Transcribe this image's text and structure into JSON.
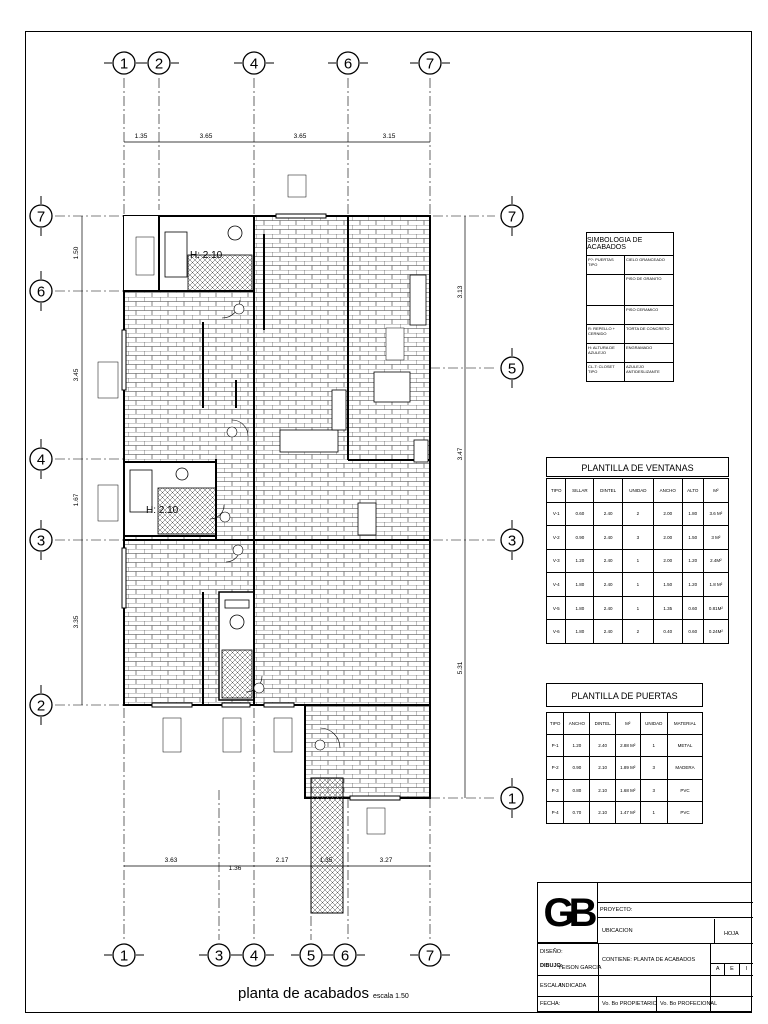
{
  "sheet": {
    "title": "planta de acabados",
    "scale": "escala 1.50"
  },
  "axes": {
    "top": [
      "1",
      "2",
      "4",
      "6",
      "7"
    ],
    "bottom": [
      "1",
      "3",
      "4",
      "5",
      "6",
      "7"
    ],
    "left": [
      "7",
      "6",
      "4",
      "3",
      "2"
    ],
    "right": [
      "7",
      "5",
      "3",
      "1"
    ]
  },
  "dimensions": {
    "top": [
      "1.35",
      "3.65",
      "3.65",
      "3.15"
    ],
    "bottom": [
      "3.63",
      "1.36",
      "2.17",
      "1.35",
      "3.27"
    ],
    "left": [
      "1.50",
      "3.45",
      "1.67",
      "3.35"
    ],
    "right": [
      "3.13",
      "3.47",
      "5.31"
    ]
  },
  "room_labels": {
    "bath_height_1": "H: 2.10",
    "bath_height_2": "H: 2.10"
  },
  "legend": {
    "title": "SIMBOLOGIA DE ACABADOS",
    "rows": [
      {
        "left": "P?: PUERTAS TIPO",
        "right": "CIELO GRANCEADO"
      },
      {
        "left": "",
        "right": "PISO DE GRANITO"
      },
      {
        "left": "",
        "right": "PISO CERAMICO"
      },
      {
        "left": "R: REPELLO + CERNIDO",
        "right": "TORTA DE CONCRETO"
      },
      {
        "left": "H: ALTURA DE AZULEJO",
        "right": "ENGRAMADO"
      },
      {
        "left": "CL-T: CLOSET TIPO",
        "right": "AZULEJO ANTIDESLIZANTE"
      }
    ]
  },
  "ventanas": {
    "title": "PLANTILLA DE VENTANAS",
    "headers": [
      "TIPO",
      "SILLAR",
      "DINTEL",
      "UNIDAD",
      "ANCHO",
      "ALTO",
      "M²"
    ],
    "rows": [
      [
        "V-1",
        "0.60",
        "2.40",
        "2",
        "2.00",
        "1.80",
        "3.6 M²"
      ],
      [
        "V-2",
        "0.90",
        "2.40",
        "3",
        "2.00",
        "1.50",
        "3  M²"
      ],
      [
        "V-3",
        "1.20",
        "2.40",
        "1",
        "2.00",
        "1.20",
        "2.4M²"
      ],
      [
        "V-4",
        "1.80",
        "2.40",
        "1",
        "1.50",
        "1.20",
        "1.8 M²"
      ],
      [
        "V-5",
        "1.80",
        "2.40",
        "1",
        "1.35",
        "0.60",
        "0.81M²"
      ],
      [
        "V-6",
        "1.80",
        "2.40",
        "2",
        "0.40",
        "0.60",
        "0.24M²"
      ]
    ]
  },
  "puertas": {
    "title": "PLANTILLA DE PUERTAS",
    "headers": [
      "TIPO",
      "ANCHO",
      "DINTEL",
      "M²",
      "UNIDAD",
      "MATERIAL"
    ],
    "rows": [
      [
        "P-1",
        "1.20",
        "2.40",
        "2.88 M²",
        "1",
        "METAL"
      ],
      [
        "P-2",
        "0.90",
        "2.10",
        "1.89 M²",
        "3",
        "MADERA"
      ],
      [
        "P-3",
        "0.80",
        "2.10",
        "1.68 M²",
        "3",
        "PVC"
      ],
      [
        "P-4",
        "0.70",
        "2.10",
        "1.47 M²",
        "1",
        "PVC"
      ]
    ]
  },
  "title_block": {
    "logo": "GB",
    "proyecto": "PROYECTO:",
    "ubicacion": "UBICACION",
    "hoja": "HOJA",
    "diseno": "DISEÑO:",
    "dibujo": "DIBUJO:",
    "dibujante": "YEISON GARCIA",
    "contiene": "CONTIENE: PLANTA DE ACABADOS",
    "escala": "ESCALA:",
    "escala_val": "INDICADA",
    "fecha": "FECHA:",
    "vo_propietario": "Vo. Bo PROPIETARIO",
    "vo_profesional": "Vo. Bo PROFECIONAL",
    "sheet_marks": [
      "A",
      "E",
      "I"
    ]
  }
}
